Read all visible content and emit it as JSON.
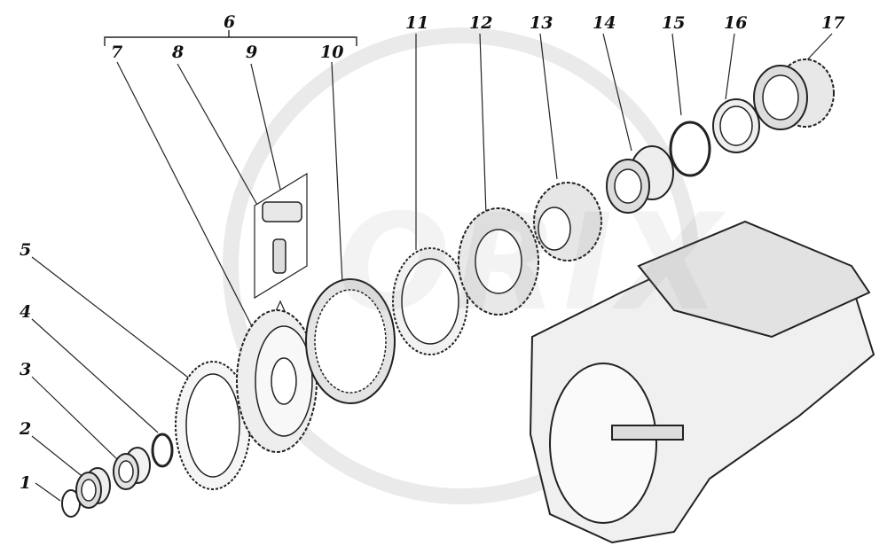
{
  "diagram": {
    "watermark": "ORIX",
    "labels": {
      "l1": "1",
      "l2": "2",
      "l3": "3",
      "l4": "4",
      "l5": "5",
      "l6": "6",
      "l7": "7",
      "l8": "8",
      "l9": "9",
      "l10": "10",
      "l11": "11",
      "l12": "12",
      "l13": "13",
      "l14": "14",
      "l15": "15",
      "l16": "16",
      "l17": "17"
    }
  }
}
